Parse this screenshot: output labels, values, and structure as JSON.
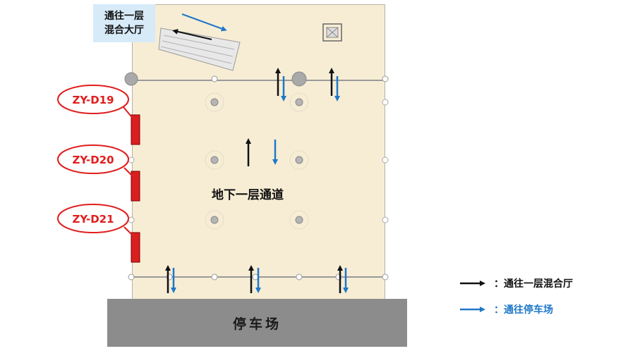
{
  "hall_label": {
    "line1": "通往一层",
    "line2": "混合大厅"
  },
  "corridor_label": "地下一层通道",
  "parking_label": "停车场",
  "doors": [
    {
      "label": "ZY-D19"
    },
    {
      "label": "ZY-D20"
    },
    {
      "label": "ZY-D21"
    }
  ],
  "legend": [
    {
      "text": "：通往一层混合厅",
      "color": "#111111"
    },
    {
      "text": "：通往停车场",
      "color": "#1e78c8"
    }
  ],
  "colors": {
    "floor": "#f7edd5",
    "parking": "#8c8c8c",
    "door": "#d91f1f",
    "callout_border": "#e01e1e",
    "up_arrow": "#111111",
    "down_arrow": "#1e78c8",
    "hall_label_bg": "#d7eaf8"
  }
}
